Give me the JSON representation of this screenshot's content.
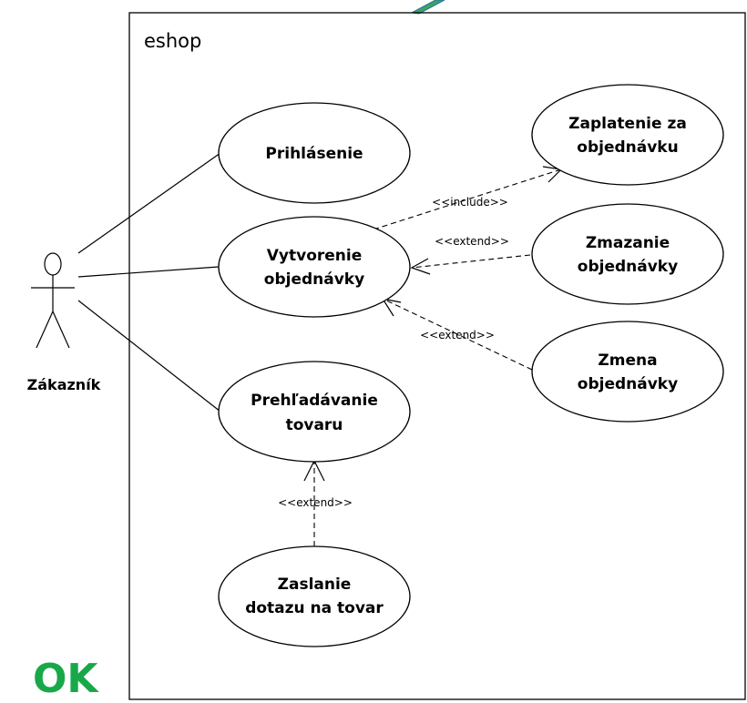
{
  "system": {
    "title": "eshop"
  },
  "actor": {
    "name": "Zákazník"
  },
  "use_cases": {
    "prihlasenie": [
      "Prihlásenie"
    ],
    "vytvorenie": [
      "Vytvorenie",
      "objednávky"
    ],
    "prehladavanie": [
      "Prehľadávanie",
      "tovaru"
    ],
    "zaslanie": [
      "Zaslanie",
      "dotazu na tovar"
    ],
    "zaplatenie": [
      "Zaplatenie za",
      "objednávku"
    ],
    "zmazanie": [
      "Zmazanie",
      "objednávky"
    ],
    "zmena": [
      "Zmena",
      "objednávky"
    ]
  },
  "relations": {
    "include_label": "<<include>>",
    "extend_zmazanie_label": "<<extend>>",
    "extend_zmena_label": "<<extend>>",
    "extend_zaslanie_label": "<<extend>>"
  },
  "verdict": {
    "text": "OK",
    "color": "#18a84a"
  },
  "colors": {
    "decor_green": "#3aa65a",
    "decor_blue": "#2a6fb0"
  }
}
